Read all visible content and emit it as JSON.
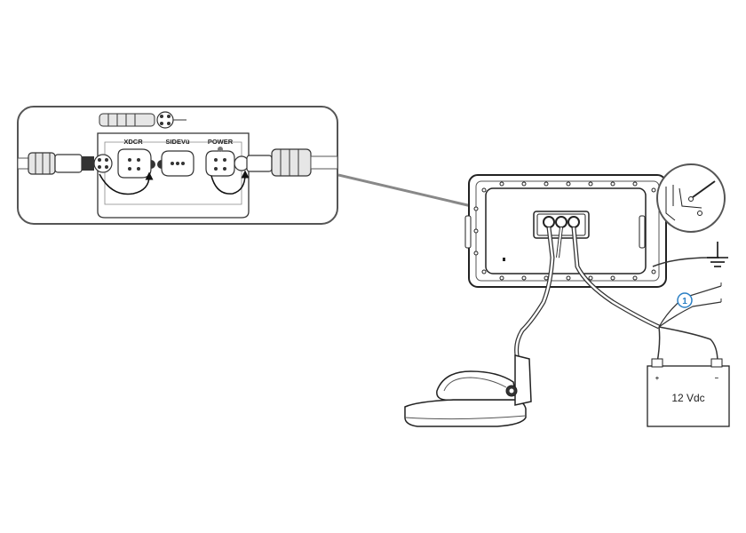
{
  "inset": {
    "ports": [
      {
        "label": "XDCR"
      },
      {
        "label": "SIDEVü"
      },
      {
        "label": "POWER"
      }
    ]
  },
  "battery": {
    "voltage_label": "12 Vdc",
    "positive_symbol": "+",
    "negative_symbol": "−"
  },
  "callout": {
    "number": "1",
    "color": "#2a7fc4"
  },
  "icons": [
    "ground-symbol-icon",
    "transducer-icon",
    "battery-icon",
    "fuse-callout-icon"
  ]
}
